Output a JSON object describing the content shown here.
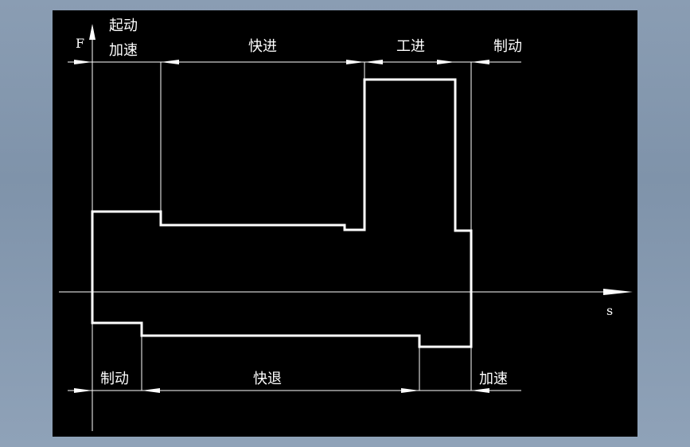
{
  "axes": {
    "y_label": "F",
    "x_label": "s"
  },
  "forward_phases": {
    "start_label_line1": "起动",
    "start_label_line2": "加速",
    "rapid_advance": "快进",
    "work_feed": "工进",
    "brake": "制动"
  },
  "return_phases": {
    "brake": "制动",
    "rapid_return": "快退",
    "accelerate": "加速"
  },
  "colors": {
    "background": "#000000",
    "lines": "#ffffff",
    "frame": "#8a9db3"
  }
}
